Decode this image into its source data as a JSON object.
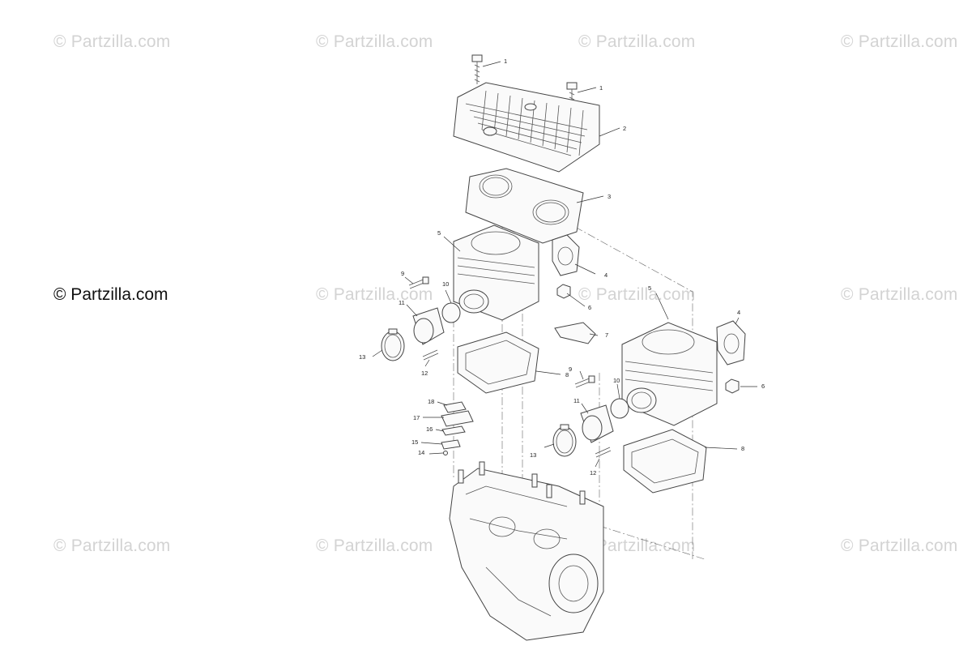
{
  "watermark_text": "© Partzilla.com",
  "copyright_label": "© Partzilla.com",
  "callouts": [
    "1",
    "1",
    "2",
    "3",
    "4",
    "5",
    "6",
    "7",
    "8",
    "9",
    "10",
    "11",
    "12",
    "13",
    "4",
    "5",
    "6",
    "7",
    "8",
    "9",
    "10",
    "11",
    "12",
    "13",
    "14",
    "15",
    "16",
    "17",
    "18"
  ],
  "colors": {
    "watermark": "#d3d3d3",
    "line_art": "#444444",
    "background": "#ffffff"
  }
}
